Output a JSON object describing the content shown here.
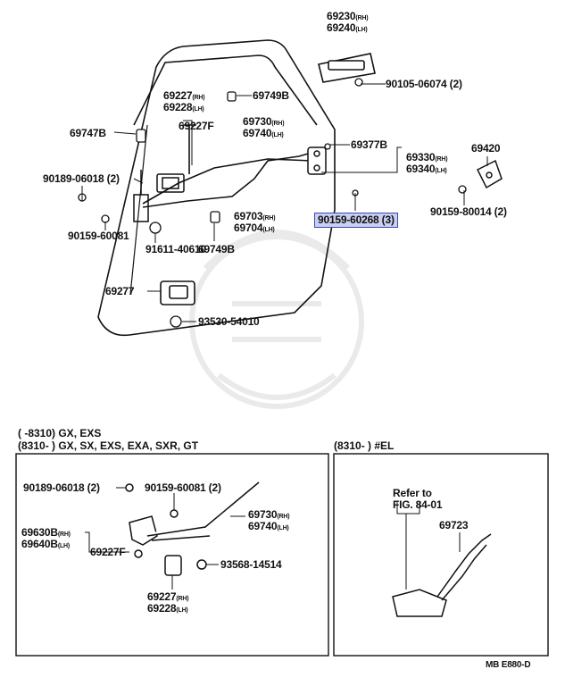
{
  "labels": {
    "p69230": "69230",
    "p69230_s": "(RH)",
    "p69240": "69240",
    "p69240_s": "(LH)",
    "p90105": "90105-06074 (2)",
    "p69227a": "69227",
    "p69227a_s": "(RH)",
    "p69228a": "69228",
    "p69228a_s": "(LH)",
    "p69749a": "69749B",
    "p69747": "69747B",
    "p69227f": "69227F",
    "p69730": "69730",
    "p69730_s": "(RH)",
    "p69740": "69740",
    "p69740_s": "(LH)",
    "p69377": "69377B",
    "p69420": "69420",
    "p69330": "69330",
    "p69330_s": "(RH)",
    "p69340": "69340",
    "p69340_s": "(LH)",
    "p90189": "90189-06018 (2)",
    "p90159a": "90159-60081",
    "p69703": "69703",
    "p69703_s": "(RH)",
    "p69704": "69704",
    "p69704_s": "(LH)",
    "p90159b": "90159-60268 (3)",
    "p90159c": "90159-80014 (2)",
    "p91611": "91611-40610",
    "p69749b": "69749B",
    "p69277": "69277",
    "p93530": "93530-54010"
  },
  "box_left": {
    "header1": "(      -8310) GX, EXS",
    "header2": "(8310-        ) GX, SX, EXS, EXA, SXR, GT",
    "p90189": "90189-06018 (2)",
    "p90159": "90159-60081 (2)",
    "p69730": "69730",
    "p69730_s": "(RH)",
    "p69740": "69740",
    "p69740_s": "(LH)",
    "p69630": "69630B",
    "p69630_s": "(RH)",
    "p69640": "69640B",
    "p69640_s": "(LH)",
    "p69227f": "69227F",
    "p93568": "93568-14514",
    "p69227": "69227",
    "p69227_s": "(RH)",
    "p69228": "69228",
    "p69228_s": "(LH)"
  },
  "box_right": {
    "header": "(8310-        ) #EL",
    "refer1": "Refer to",
    "refer2": "FIG. 84-01",
    "p69723": "69723"
  },
  "footer_code": "MB E880-D",
  "highlight_color": "#c9cff0"
}
